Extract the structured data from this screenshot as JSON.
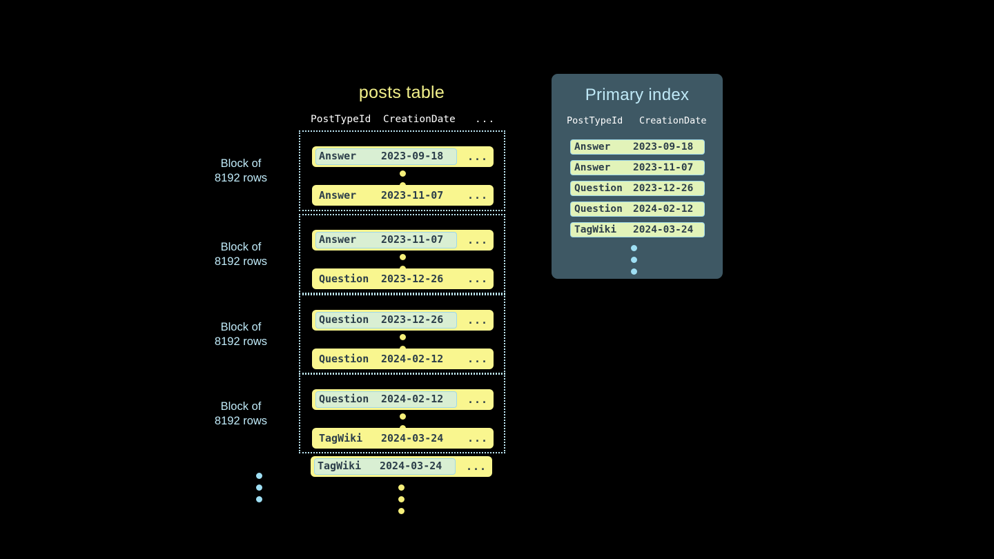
{
  "background_color": "#000000",
  "colors": {
    "row_yellow": "#f9f68f",
    "key_highlight_mint": "#d9efd3",
    "key_highlight_border": "#9fd8e8",
    "block_border_cyan": "#bfe9f7",
    "table_title_yellow": "#f2f08a",
    "panel_background": "#3e5864",
    "panel_title_cyan": "#bfe9f7",
    "index_row_green": "#e2f3b9",
    "mono_text_dark": "#2c3e4a",
    "header_text_white": "#ffffff",
    "dot_yellow": "#f5ef7a",
    "dot_cyan": "#9fdff4"
  },
  "posts_table": {
    "title": "posts table",
    "headers": {
      "post_type_id": "PostTypeId",
      "creation_date": "CreationDate",
      "more": "..."
    },
    "block_label": "Block of\n8192 rows",
    "block_label_line1": "Block of",
    "block_label_line2": "8192 rows",
    "ellipsis_more": "...",
    "blocks": [
      {
        "label_line1": "Block of",
        "label_line2": "8192 rows",
        "first_row": {
          "post_type_id": "Answer",
          "creation_date": "2023-09-18",
          "more": "...",
          "key_highlighted": true
        },
        "last_row": {
          "post_type_id": "Answer",
          "creation_date": "2023-11-07",
          "more": "...",
          "key_highlighted": false
        }
      },
      {
        "label_line1": "Block of",
        "label_line2": "8192 rows",
        "first_row": {
          "post_type_id": "Answer",
          "creation_date": "2023-11-07",
          "more": "...",
          "key_highlighted": true
        },
        "last_row": {
          "post_type_id": "Question",
          "creation_date": "2023-12-26",
          "more": "...",
          "key_highlighted": false
        }
      },
      {
        "label_line1": "Block of",
        "label_line2": "8192 rows",
        "first_row": {
          "post_type_id": "Question",
          "creation_date": "2023-12-26",
          "more": "...",
          "key_highlighted": true
        },
        "last_row": {
          "post_type_id": "Question",
          "creation_date": "2024-02-12",
          "more": "...",
          "key_highlighted": false
        }
      },
      {
        "label_line1": "Block of",
        "label_line2": "8192 rows",
        "first_row": {
          "post_type_id": "Question",
          "creation_date": "2024-02-12",
          "more": "...",
          "key_highlighted": true
        },
        "last_row": {
          "post_type_id": "TagWiki",
          "creation_date": "2024-03-24",
          "more": "...",
          "key_highlighted": false
        }
      }
    ],
    "trailing_row": {
      "post_type_id": "TagWiki",
      "creation_date": "2024-03-24",
      "more": "...",
      "key_highlighted": true
    }
  },
  "primary_index": {
    "title": "Primary index",
    "headers": {
      "post_type_id": "PostTypeId",
      "creation_date": "CreationDate"
    },
    "rows": [
      {
        "post_type_id": "Answer",
        "creation_date": "2023-09-18"
      },
      {
        "post_type_id": "Answer",
        "creation_date": "2023-11-07"
      },
      {
        "post_type_id": "Question",
        "creation_date": "2023-12-26"
      },
      {
        "post_type_id": "Question",
        "creation_date": "2024-02-12"
      },
      {
        "post_type_id": "TagWiki",
        "creation_date": "2024-03-24"
      }
    ]
  }
}
